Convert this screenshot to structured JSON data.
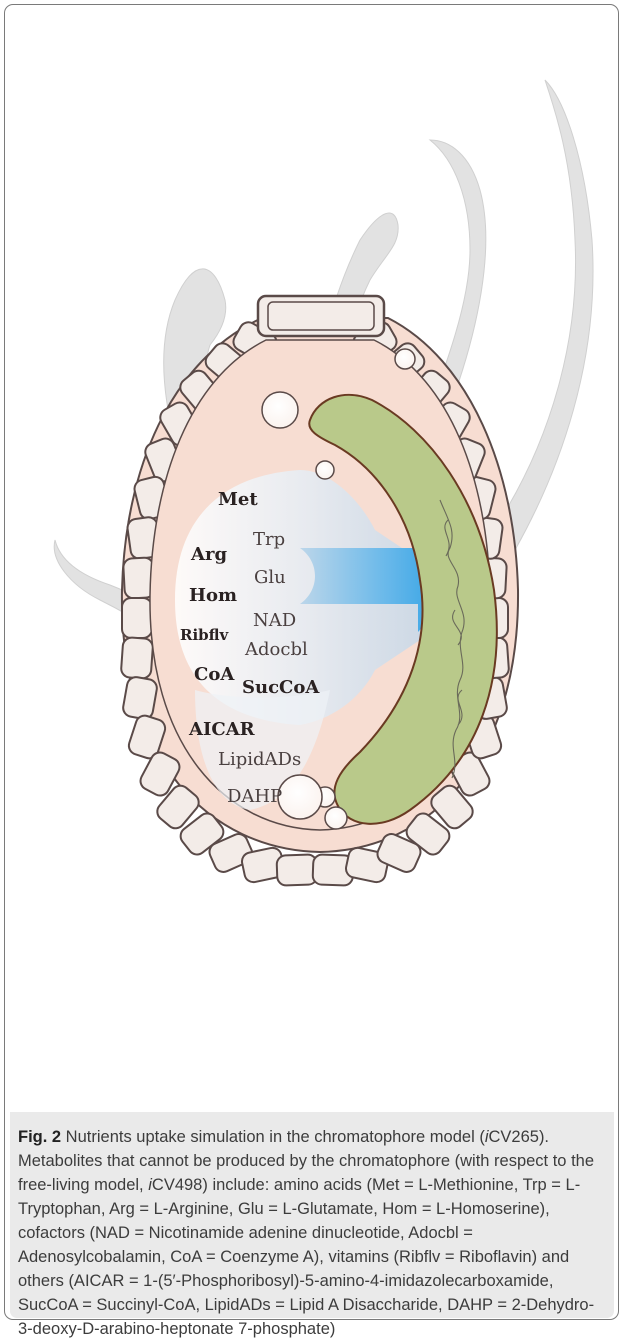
{
  "figure": {
    "metabolites": [
      {
        "id": "met",
        "label": "Met"
      },
      {
        "id": "trp",
        "label": "Trp"
      },
      {
        "id": "arg",
        "label": "Arg"
      },
      {
        "id": "glu",
        "label": "Glu"
      },
      {
        "id": "hom",
        "label": "Hom"
      },
      {
        "id": "nad",
        "label": "NAD"
      },
      {
        "id": "ribflv",
        "label": "Ribflv"
      },
      {
        "id": "adocbl",
        "label": "Adocbl"
      },
      {
        "id": "coa",
        "label": "CoA"
      },
      {
        "id": "succoa",
        "label": "SucCoA"
      },
      {
        "id": "aicar",
        "label": "AICAR"
      },
      {
        "id": "lipidads",
        "label": "LipidADs"
      },
      {
        "id": "dahp",
        "label": "DAHP"
      }
    ],
    "colors": {
      "cell_fill": "#f7ddd2",
      "cell_wall": "#5a4a48",
      "plate_fill": "#f3ece8",
      "chromatophore_fill": "#b9c98a",
      "chromatophore_edge": "#6a3a22",
      "arrow": "#1a98e2",
      "flagella": "#e2e2e2",
      "frame": "#7a7a7a",
      "caption_bg": "#eaeaea"
    }
  },
  "caption": {
    "label": "Fig. 2",
    "title_text": " Nutrients uptake simulation in the chromatophore model (",
    "model_name_italic_i": "i",
    "model_name_rest": "CV265",
    "text_2": "). Metabolites that cannot be produced by the chromatophore (with respect to the free-living model, ",
    "free_model_italic_i": "i",
    "free_model_rest": "CV498",
    "text_3": ") include: amino acids (Met = L-Methionine, Trp = L-Tryptophan, Arg = L-Arginine, Glu = L-Glutamate, Hom = L-Homoserine), cofactors (NAD = Nicotinamide adenine dinucleotide, Adocbl = Adenosylcobalamin, CoA = Coenzyme A), vitamins (Ribflv = Riboflavin) and others (AICAR = 1-(5′-Phosphoribosyl)-5-amino-4-imidazolecarboxamide, SucCoA = Succinyl-CoA, LipidADs = Lipid A Disaccharide, DAHP = 2-Dehydro-3-deoxy-D-arabino-heptonate 7-phosphate)"
  }
}
